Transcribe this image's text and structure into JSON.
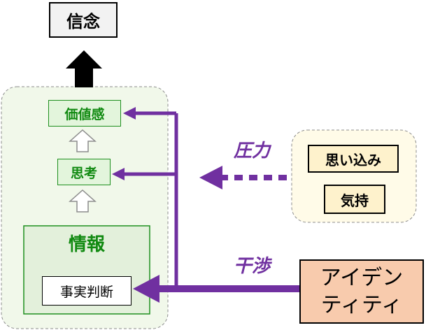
{
  "belief": "信念",
  "left_group": {
    "values": "価値感",
    "thinking": "思考",
    "information": "情報",
    "fact_judgment": "事実判断"
  },
  "right_group": {
    "belief_in": "思い込み",
    "feeling": "気持"
  },
  "identity": {
    "line1": "アイデン",
    "line2": "ティティ"
  },
  "arrows": {
    "pressure": "圧力",
    "interference": "干渉"
  },
  "colors": {
    "purple": "#7030a0",
    "green_text": "#118a11",
    "green_fill": "#f1f8ea",
    "yellow_fill": "#fffbe8",
    "identity_fill": "#f8cbad"
  }
}
